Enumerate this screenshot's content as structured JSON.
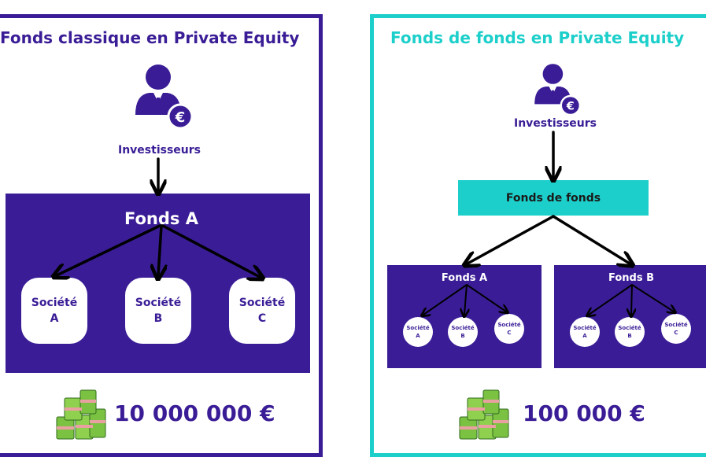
{
  "left": {
    "title": "Fonds classique en Private Equity",
    "investors_label": "Investisseurs",
    "fund_label": "Fonds A",
    "companies": [
      {
        "name": "Société",
        "letter": "A"
      },
      {
        "name": "Société",
        "letter": "B"
      },
      {
        "name": "Société",
        "letter": "C"
      }
    ],
    "amount": "10 000 000 €"
  },
  "right": {
    "title": "Fonds de fonds en Private Equity",
    "investors_label": "Investisseurs",
    "fof_label": "Fonds de fonds",
    "funds": [
      {
        "label": "Fonds A",
        "companies": [
          {
            "name": "Société",
            "letter": "A"
          },
          {
            "name": "Société",
            "letter": "B"
          },
          {
            "name": "Société",
            "letter": "C"
          }
        ]
      },
      {
        "label": "Fonds B",
        "companies": [
          {
            "name": "Société",
            "letter": "A"
          },
          {
            "name": "Société",
            "letter": "B"
          },
          {
            "name": "Société",
            "letter": "C"
          }
        ]
      }
    ],
    "amount": "100 000 €"
  },
  "colors": {
    "purple": "#3a1d96",
    "teal": "#1ccfca",
    "money_green": "#7cc242",
    "euro_badge": "#3a1d96"
  },
  "icons": [
    "investor-icon",
    "euro-badge-icon",
    "money-stack-icon",
    "arrow-icon"
  ]
}
